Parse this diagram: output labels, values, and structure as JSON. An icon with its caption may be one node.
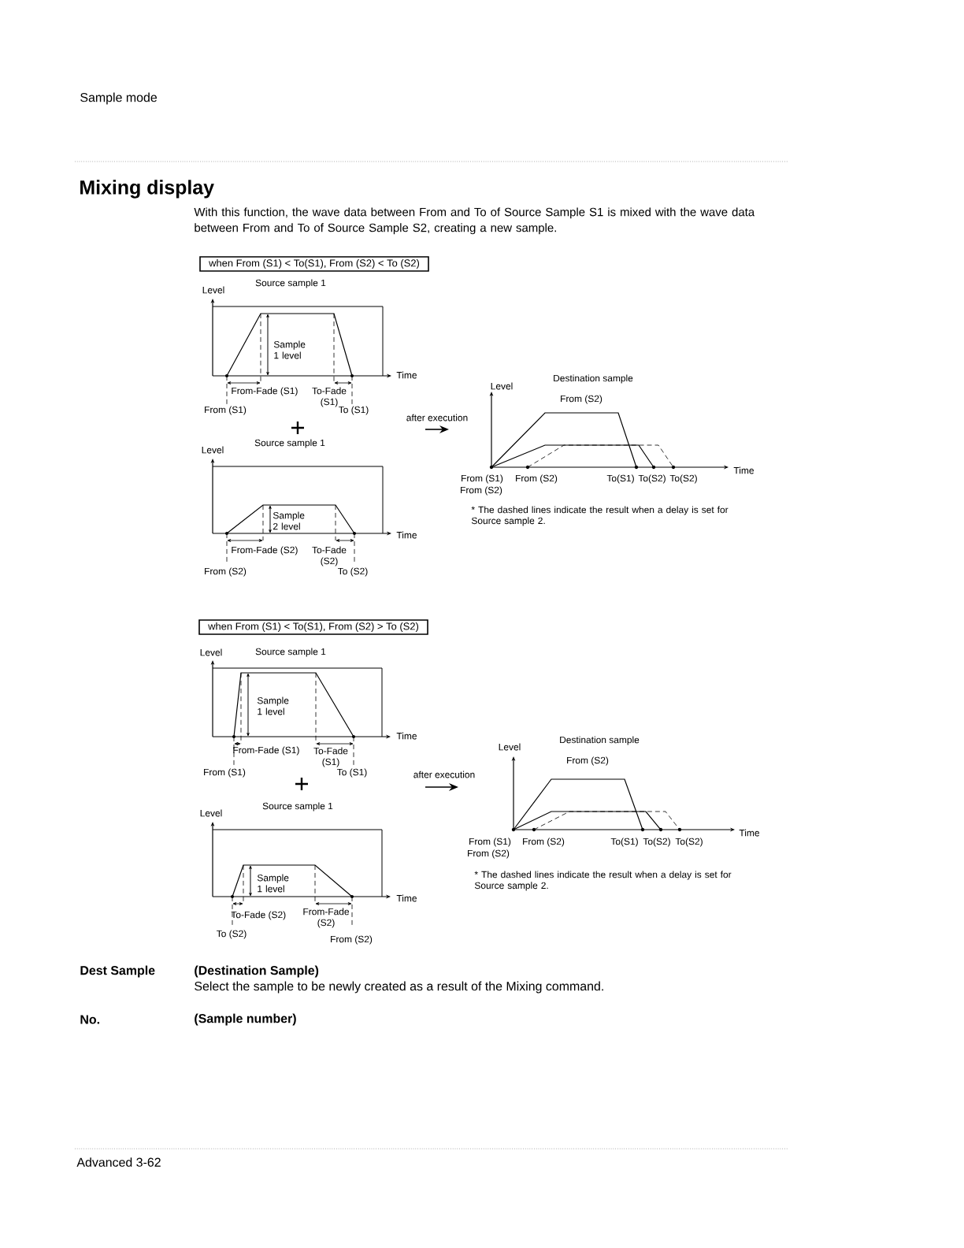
{
  "diagram": {
    "title": "Mixing display",
    "nodes": [
      {
        "text": [
          "when From (S1) < To(S1), From (S2) < To (S2)"
        ]
      },
      {
        "text": [
          "when From (S1) < To(S1), From (S2) > To (S2)"
        ]
      }
    ],
    "labels": [
      "Sample mode",
      "With this function, the wave data between From and To of Source Sample S1 is mixed with the wave data between From and To of Source Sample S2, creating a new sample.",
      "Level",
      "Source sample 1",
      "Sample 1 level",
      "Time",
      "From-Fade (S1)",
      "To-Fade (S1)",
      "From (S1)",
      "To (S1)",
      "Level",
      "Source sample 1",
      "Sample 2 level",
      "Time",
      "From-Fade (S2)",
      "To-Fade (S2)",
      "From (S2)",
      "To (S2)",
      "after execution",
      "Destination sample",
      "Level",
      "From (S2)",
      "Time",
      "From (S1)",
      "From (S2)",
      "From (S2)",
      "To(S1)",
      "To(S2)",
      "To(S2)",
      "* The dashed lines indicate the result when a delay is set for Source sample 2.",
      "Level",
      "Source sample 1",
      "Sample 1 level",
      "Time",
      "From-Fade (S1)",
      "To-Fade (S1)",
      "From (S1)",
      "To (S1)",
      "Source sample 1",
      "Level",
      "Sample 1 level",
      "Time",
      "To-Fade (S2)",
      "From-Fade (S2)",
      "To (S2)",
      "From (S2)",
      "after execution",
      "Destination sample",
      "Level",
      "From (S2)",
      "Time",
      "From (S1)",
      "From (S2)",
      "From (S2)",
      "To(S1)",
      "To(S2)",
      "To(S2)",
      "* The dashed lines indicate the result when a delay is set for Source sample 2.",
      "Dest Sample",
      "(Destination Sample)",
      "Select the sample to be newly created as a result of the Mixing command.",
      "No.",
      "(Sample number)",
      "Advanced 3-62"
    ]
  }
}
